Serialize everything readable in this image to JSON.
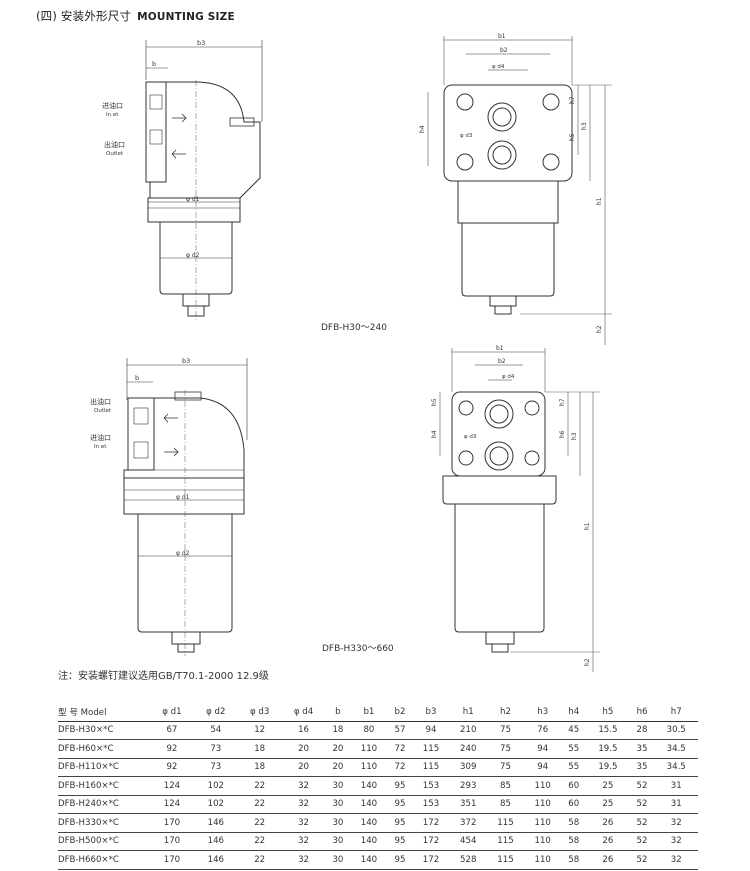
{
  "header": {
    "title_cn": "(四) 安装外形尺寸",
    "title_en": "MOUNTING SIZE"
  },
  "drawing1": {
    "caption": "DFB-H30～240",
    "labels": {
      "inlet_cn": "进油口",
      "inlet_en": "In et",
      "outlet_cn": "出油口",
      "outlet_en": "Outlet",
      "b3": "b3",
      "b": "b",
      "d1": "φ d1",
      "d2": "φ d2"
    }
  },
  "drawing2": {
    "caption": "DFB-H330～660",
    "labels": {
      "outlet_cn": "出油口",
      "outlet_en": "Outlet",
      "inlet_cn": "进油口",
      "inlet_en": "In et",
      "b3": "b3",
      "b": "b",
      "d1": "φ d1",
      "d2": "φ d2"
    }
  },
  "view_labels": {
    "b1": "b1",
    "b2": "b2",
    "d4": "φ d4",
    "d3": "φ d3",
    "h1": "h1",
    "h2": "h2",
    "h3": "h3",
    "h4": "h4",
    "h5": "h5",
    "h6": "h6",
    "h7": "h7"
  },
  "note": "注：安装螺钉建议选用GB/T70.1-2000   12.9级",
  "table": {
    "headers": [
      "型  号 Model",
      "φ d1",
      "φ d2",
      "φ d3",
      "φ d4",
      "b",
      "b1",
      "b2",
      "b3",
      "h1",
      "h2",
      "h3",
      "h4",
      "h5",
      "h6",
      "h7"
    ],
    "rows": [
      [
        "DFB-H30×*C",
        "67",
        "54",
        "12",
        "16",
        "18",
        "80",
        "57",
        "94",
        "210",
        "75",
        "76",
        "45",
        "15.5",
        "28",
        "30.5"
      ],
      [
        "DFB-H60×*C",
        "92",
        "73",
        "18",
        "20",
        "20",
        "110",
        "72",
        "115",
        "240",
        "75",
        "94",
        "55",
        "19.5",
        "35",
        "34.5"
      ],
      [
        "DFB-H110×*C",
        "92",
        "73",
        "18",
        "20",
        "20",
        "110",
        "72",
        "115",
        "309",
        "75",
        "94",
        "55",
        "19.5",
        "35",
        "34.5"
      ],
      [
        "DFB-H160×*C",
        "124",
        "102",
        "22",
        "32",
        "30",
        "140",
        "95",
        "153",
        "293",
        "85",
        "110",
        "60",
        "25",
        "52",
        "31"
      ],
      [
        "DFB-H240×*C",
        "124",
        "102",
        "22",
        "32",
        "30",
        "140",
        "95",
        "153",
        "351",
        "85",
        "110",
        "60",
        "25",
        "52",
        "31"
      ],
      [
        "DFB-H330×*C",
        "170",
        "146",
        "22",
        "32",
        "30",
        "140",
        "95",
        "172",
        "372",
        "115",
        "110",
        "58",
        "26",
        "52",
        "32"
      ],
      [
        "DFB-H500×*C",
        "170",
        "146",
        "22",
        "32",
        "30",
        "140",
        "95",
        "172",
        "454",
        "115",
        "110",
        "58",
        "26",
        "52",
        "32"
      ],
      [
        "DFB-H660×*C",
        "170",
        "146",
        "22",
        "32",
        "30",
        "140",
        "95",
        "172",
        "528",
        "115",
        "110",
        "58",
        "26",
        "52",
        "32"
      ]
    ]
  }
}
